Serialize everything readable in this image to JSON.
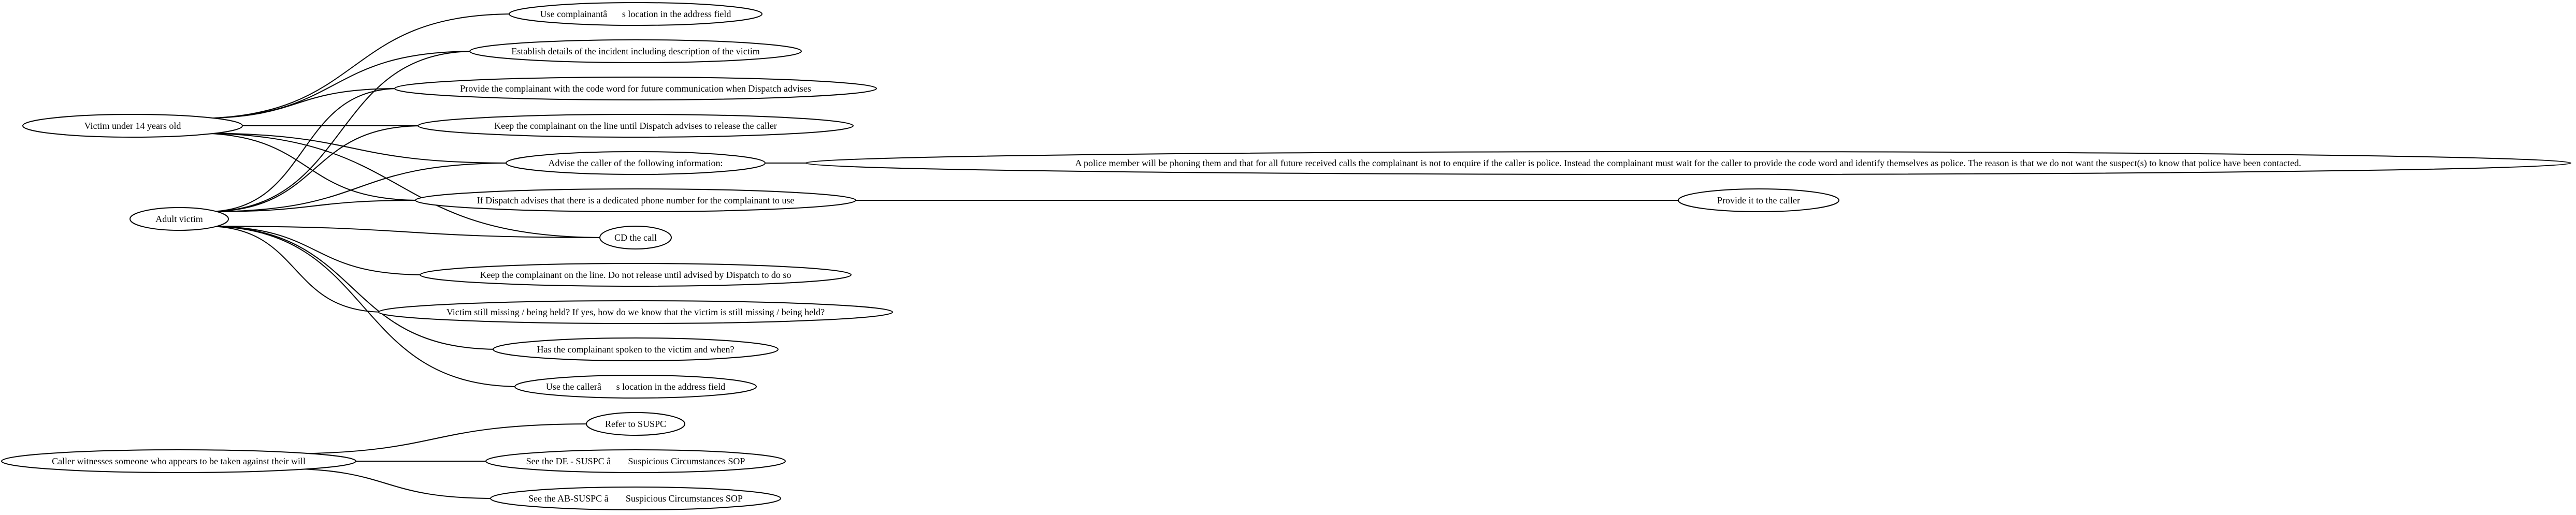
{
  "diagram": {
    "nodes": {
      "victim_under_14": "Victim under 14 years old",
      "adult_victim": "Adult victim",
      "caller_witnesses": "Caller witnesses someone who appears to be taken against their will",
      "use_complainant_location": "Use complainantâs location in the address field",
      "establish_details": "Establish details of the incident including description of the victim",
      "provide_code_word": "Provide the complainant with the code word for future communication when Dispatch advises",
      "keep_on_line_dispatch": "Keep the complainant on the line until Dispatch advises to release the caller",
      "advise_caller": "Advise the caller of the following information:",
      "police_member_info": "A police member will be phoning them and that for all future received calls the complainant is not to enquire if the caller is police. Instead the complainant must wait for the caller to provide the code word and identify themselves as police. The reason is that we do not want the suspect(s) to know that police have been contacted.",
      "dedicated_phone": "If Dispatch advises that there is a dedicated phone number for the complainant to use",
      "provide_to_caller": "Provide it to the caller",
      "cd_the_call": "CD the call",
      "keep_on_line_no_release": "Keep the complainant on the line. Do not release until advised by Dispatch to do so",
      "victim_still_missing": "Victim still missing / being held? If yes, how do we know that the victim is still missing / being held?",
      "complainant_spoken": "Has the complainant spoken to the victim and when?",
      "use_caller_location": "Use the callerâs location in the address field",
      "refer_suspc": "Refer to SUSPC",
      "see_de_suspc": "See the DE - SUSPC â Suspicious Circumstances SOP",
      "see_ab_suspc": "See the AB-SUSPC â Suspicious Circumstances SOP"
    },
    "edges": [
      [
        "victim_under_14",
        "use_complainant_location"
      ],
      [
        "victim_under_14",
        "establish_details"
      ],
      [
        "victim_under_14",
        "provide_code_word"
      ],
      [
        "victim_under_14",
        "keep_on_line_dispatch"
      ],
      [
        "victim_under_14",
        "advise_caller"
      ],
      [
        "victim_under_14",
        "dedicated_phone"
      ],
      [
        "victim_under_14",
        "cd_the_call"
      ],
      [
        "adult_victim",
        "establish_details"
      ],
      [
        "adult_victim",
        "provide_code_word"
      ],
      [
        "adult_victim",
        "keep_on_line_dispatch"
      ],
      [
        "adult_victim",
        "advise_caller"
      ],
      [
        "adult_victim",
        "dedicated_phone"
      ],
      [
        "adult_victim",
        "cd_the_call"
      ],
      [
        "adult_victim",
        "keep_on_line_no_release"
      ],
      [
        "adult_victim",
        "victim_still_missing"
      ],
      [
        "adult_victim",
        "complainant_spoken"
      ],
      [
        "adult_victim",
        "use_caller_location"
      ],
      [
        "advise_caller",
        "police_member_info"
      ],
      [
        "dedicated_phone",
        "provide_to_caller"
      ],
      [
        "caller_witnesses",
        "refer_suspc"
      ],
      [
        "caller_witnesses",
        "see_de_suspc"
      ],
      [
        "caller_witnesses",
        "see_ab_suspc"
      ]
    ]
  }
}
